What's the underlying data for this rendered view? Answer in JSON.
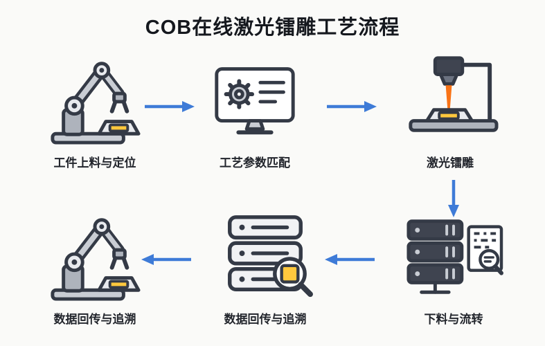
{
  "title": "COB在线激光镭雕工艺流程",
  "colors": {
    "background": "#FAFAF8",
    "outline": "#343A46",
    "fill_light": "#E8EAEE",
    "fill_mid": "#AEB3BC",
    "fill_dark": "#3F4450",
    "accent_yellow": "#FFC83D",
    "arrow_blue": "#3E7BD7",
    "laser_orange": "#F97316",
    "text": "#22252C"
  },
  "steps": [
    {
      "label": "工件上料与定位",
      "icon": "robot-arm"
    },
    {
      "label": "工艺参数匹配",
      "icon": "monitor-gear"
    },
    {
      "label": "激光镭雕",
      "icon": "laser-marking-machine"
    },
    {
      "label": "下料与流转",
      "icon": "server-rack-document-magnifier"
    },
    {
      "label": "数据回传与追溯",
      "icon": "server-stack-magnifier"
    },
    {
      "label": "数据回传与追溯",
      "icon": "robot-arm"
    }
  ],
  "arrows": [
    {
      "from": 1,
      "to": 2,
      "direction": "right"
    },
    {
      "from": 2,
      "to": 3,
      "direction": "right"
    },
    {
      "from": 3,
      "to": 4,
      "direction": "down"
    },
    {
      "from": 4,
      "to": 5,
      "direction": "left"
    },
    {
      "from": 5,
      "to": 6,
      "direction": "left"
    }
  ]
}
